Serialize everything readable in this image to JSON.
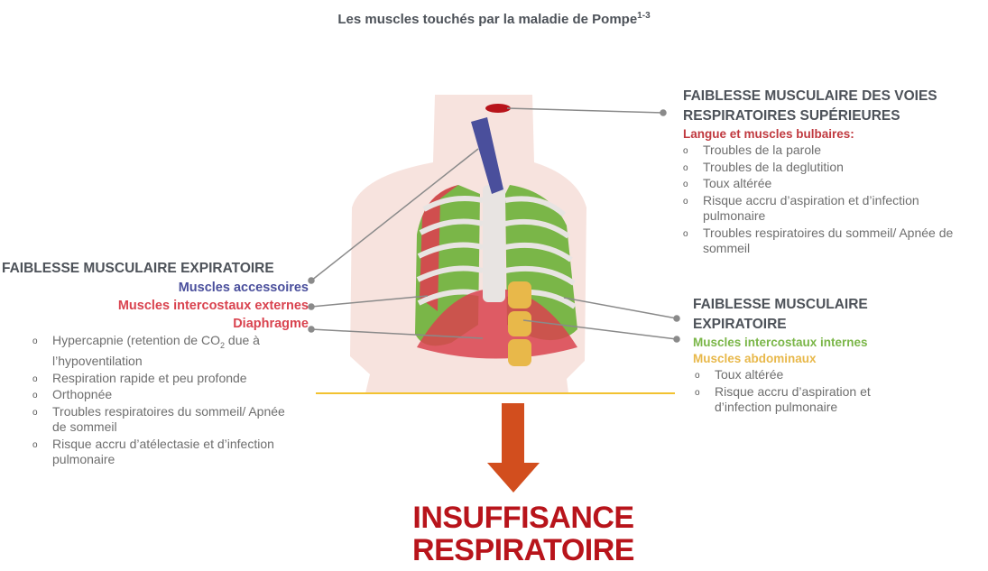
{
  "title": "Les muscles touchés par la maladie de Pompe",
  "title_sup": "1-3",
  "upper": {
    "heading1": "FAIBLESSE MUSCULAIRE DES VOIES",
    "heading2": "RESPIRATOIRES SUPÉRIEURES",
    "sub": "Langue et muscles bulbaires:",
    "items": [
      "Troubles de la parole",
      "Troubles de la deglutition",
      "Toux altérée",
      "Risque accru d’aspiration et d’infection pulmonaire",
      "Troubles respiratoires du sommeil/ Apnée de sommeil"
    ]
  },
  "left": {
    "heading": "FAIBLESSE MUSCULAIRE EXPIRATOIRE",
    "sub1": "Muscles accessoires",
    "sub2": "Muscles intercostaux externes",
    "sub3": "Diaphragme",
    "item1a": "Hypercapnie (retention de CO",
    "item1sub": "2",
    "item1b": " due à l’hypoventilation",
    "items": [
      "Respiration rapide et peu profonde",
      "Orthopnée",
      "Troubles respiratoires du sommeil/ Apnée de sommeil",
      "Risque accru d’atélectasie et d’infection pulmonaire"
    ]
  },
  "right": {
    "heading1": "FAIBLESSE MUSCULAIRE",
    "heading2": "EXPIRATOIRE",
    "sub1": "Muscles intercostaux internes",
    "sub2": "Muscles abdominaux",
    "items": [
      "Toux altérée",
      "Risque accru d’aspiration et d’infection pulmonaire"
    ]
  },
  "result": {
    "line1": "INSUFFISANCE",
    "line2": "RESPIRATOIRE"
  },
  "colors": {
    "heading": "#4d5259",
    "accessory": "#4a4f9c",
    "external": "#d9434f",
    "internal": "#7ab648",
    "abdominal": "#e8b84a",
    "result": "#b8141b",
    "arrow": "#d24e1e"
  }
}
